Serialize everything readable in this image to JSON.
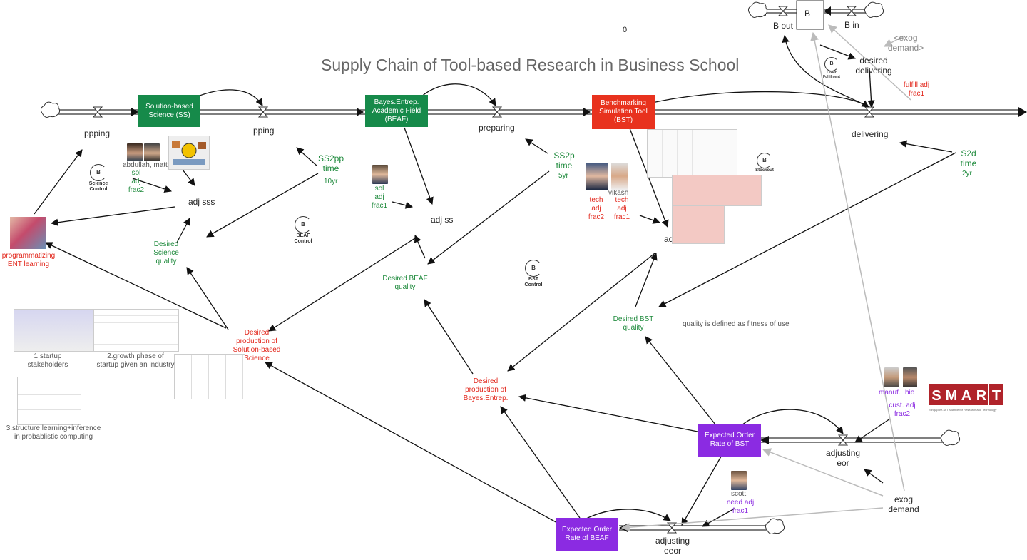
{
  "title": "Supply Chain of Tool-based Research in Business School",
  "counter": "0",
  "stocks": {
    "ss": "Solution-based Science (SS)",
    "beaf": "Bayes.Entrep. Academic Field (BEAF)",
    "bst": "Benchmarking Simulation Tool (BST)",
    "eor_bst": "Expected Order Rate of BST",
    "eor_beaf": "Expected Order Rate of BEAF",
    "b": "B"
  },
  "flows": {
    "ppping": "ppping",
    "pping": "pping",
    "preparing": "preparing",
    "delivering": "delivering",
    "b_out": "B out",
    "b_in": "B in",
    "adjusting_eor": "adjusting eor",
    "adjusting_eeor": "adjusting eeor"
  },
  "variables": {
    "adj_sss": "adj sss",
    "adj_ss": "adj ss",
    "adj_bst": "adj",
    "desired_delivering": "desired delivering",
    "exog_demand_shadow": "<exog demand>",
    "exog_demand": "exog demand",
    "quality_note": "quality is defined as fitness of use"
  },
  "green_params": {
    "sol_adj_frac2": "sol adj frac2",
    "ss2pp_time": "SS2pp time",
    "ss2pp_val": "10yr",
    "sol_adj_frac1": "sol adj frac1",
    "ss2p_time": "SS2p time",
    "ss2p_val": "5yr",
    "s2d_time": "S2d time",
    "s2d_val": "2yr",
    "desired_science_quality": "Desired Science quality",
    "desired_beaf_quality": "Desired BEAF quality",
    "desired_bst_quality": "Desired BST quality"
  },
  "red_params": {
    "programmatizing": "programmatizing ENT learning",
    "desired_prod_ss": "Desired production of Solution-based Science",
    "desired_prod_be": "Desired production of Bayes.Entrep.",
    "tech_adj_frac2": "tech adj frac2",
    "tech_adj_frac1": "tech adj frac1",
    "fulfill_adj_frac1": "fulfill adj frac1"
  },
  "purple_params": {
    "manuf": "manuf.",
    "bio": "bio",
    "cust_adj_frac2": "cust. adj frac2",
    "need_adj_frac1": "need adj frac1"
  },
  "people": {
    "abdullah_matt": "abdullah, matt",
    "vikash": "vikash",
    "scott": "scott"
  },
  "loops": {
    "science_control": "Science Control",
    "beaf_control": "BEAF Control",
    "bst_control": "BST Control",
    "order_fulfilment": "Order Fulfilment",
    "stockout": "Stockout",
    "loop_letter": "B"
  },
  "captions": {
    "startup_stakeholders": "1.startup stakeholders",
    "growth_phase": "2.growth phase of startup given an industry",
    "structure_learning": "3.structure learning+inference in probablistic computing"
  },
  "logo": {
    "text": "SMART",
    "subtext": "Singapore-MIT Alliance for Research and Technology"
  },
  "colors": {
    "green_stock": "#168a4a",
    "red_stock": "#e8321e",
    "purple_stock": "#8b2be2",
    "green_text": "#1e8a3c",
    "red_text": "#e2261b",
    "purple_text": "#8b2be2",
    "smart_red": "#b0232a"
  }
}
